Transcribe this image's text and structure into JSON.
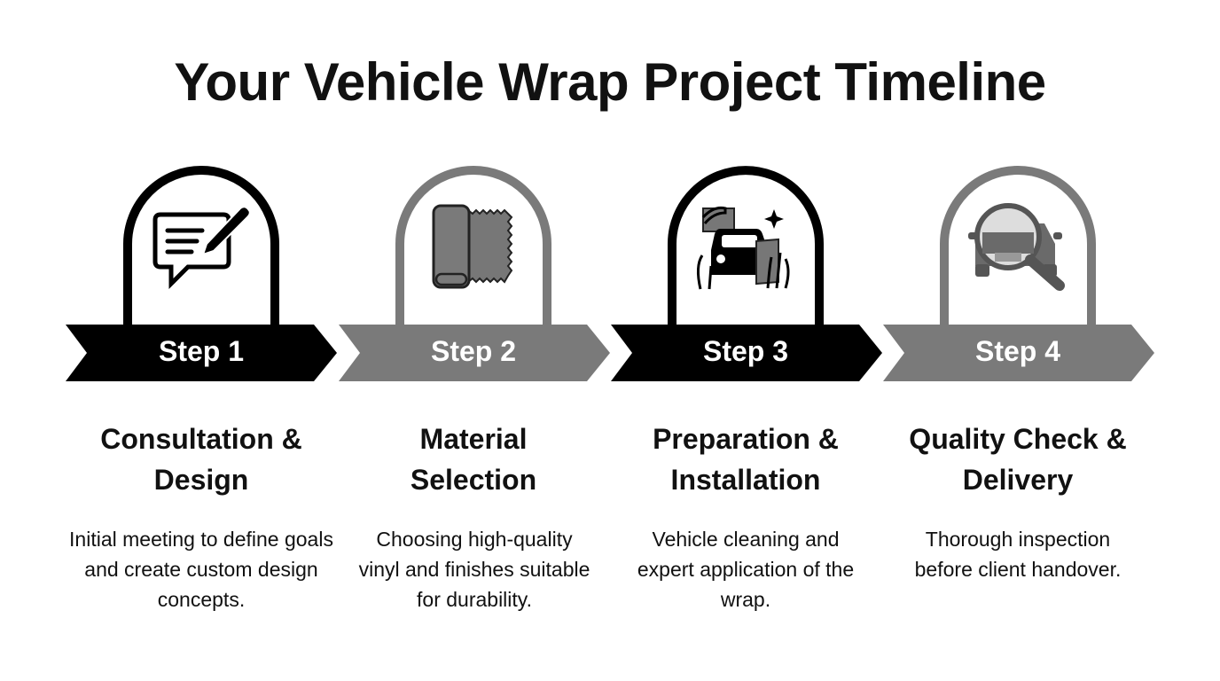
{
  "title": "Your Vehicle Wrap Project Timeline",
  "colors": {
    "dark": "#000000",
    "gray": "#7a7a7a",
    "background": "#ffffff"
  },
  "steps": [
    {
      "label": "Step 1",
      "icon": "chat-bubble-pencil-icon",
      "color": "#000000",
      "heading": "Consultation & Design",
      "description": "Initial meeting to define goals and create custom design concepts."
    },
    {
      "label": "Step 2",
      "icon": "vinyl-roll-icon",
      "color": "#7a7a7a",
      "heading": "Material Selection",
      "description": "Choosing high-quality vinyl and finishes suitable for durability."
    },
    {
      "label": "Step 3",
      "icon": "car-wrap-hands-icon",
      "color": "#000000",
      "heading": "Preparation & Installation",
      "description": "Vehicle cleaning and expert application of the wrap."
    },
    {
      "label": "Step 4",
      "icon": "car-magnifier-icon",
      "color": "#7a7a7a",
      "heading": "Quality Check & Delivery",
      "description": "Thorough inspection before client handover."
    }
  ]
}
